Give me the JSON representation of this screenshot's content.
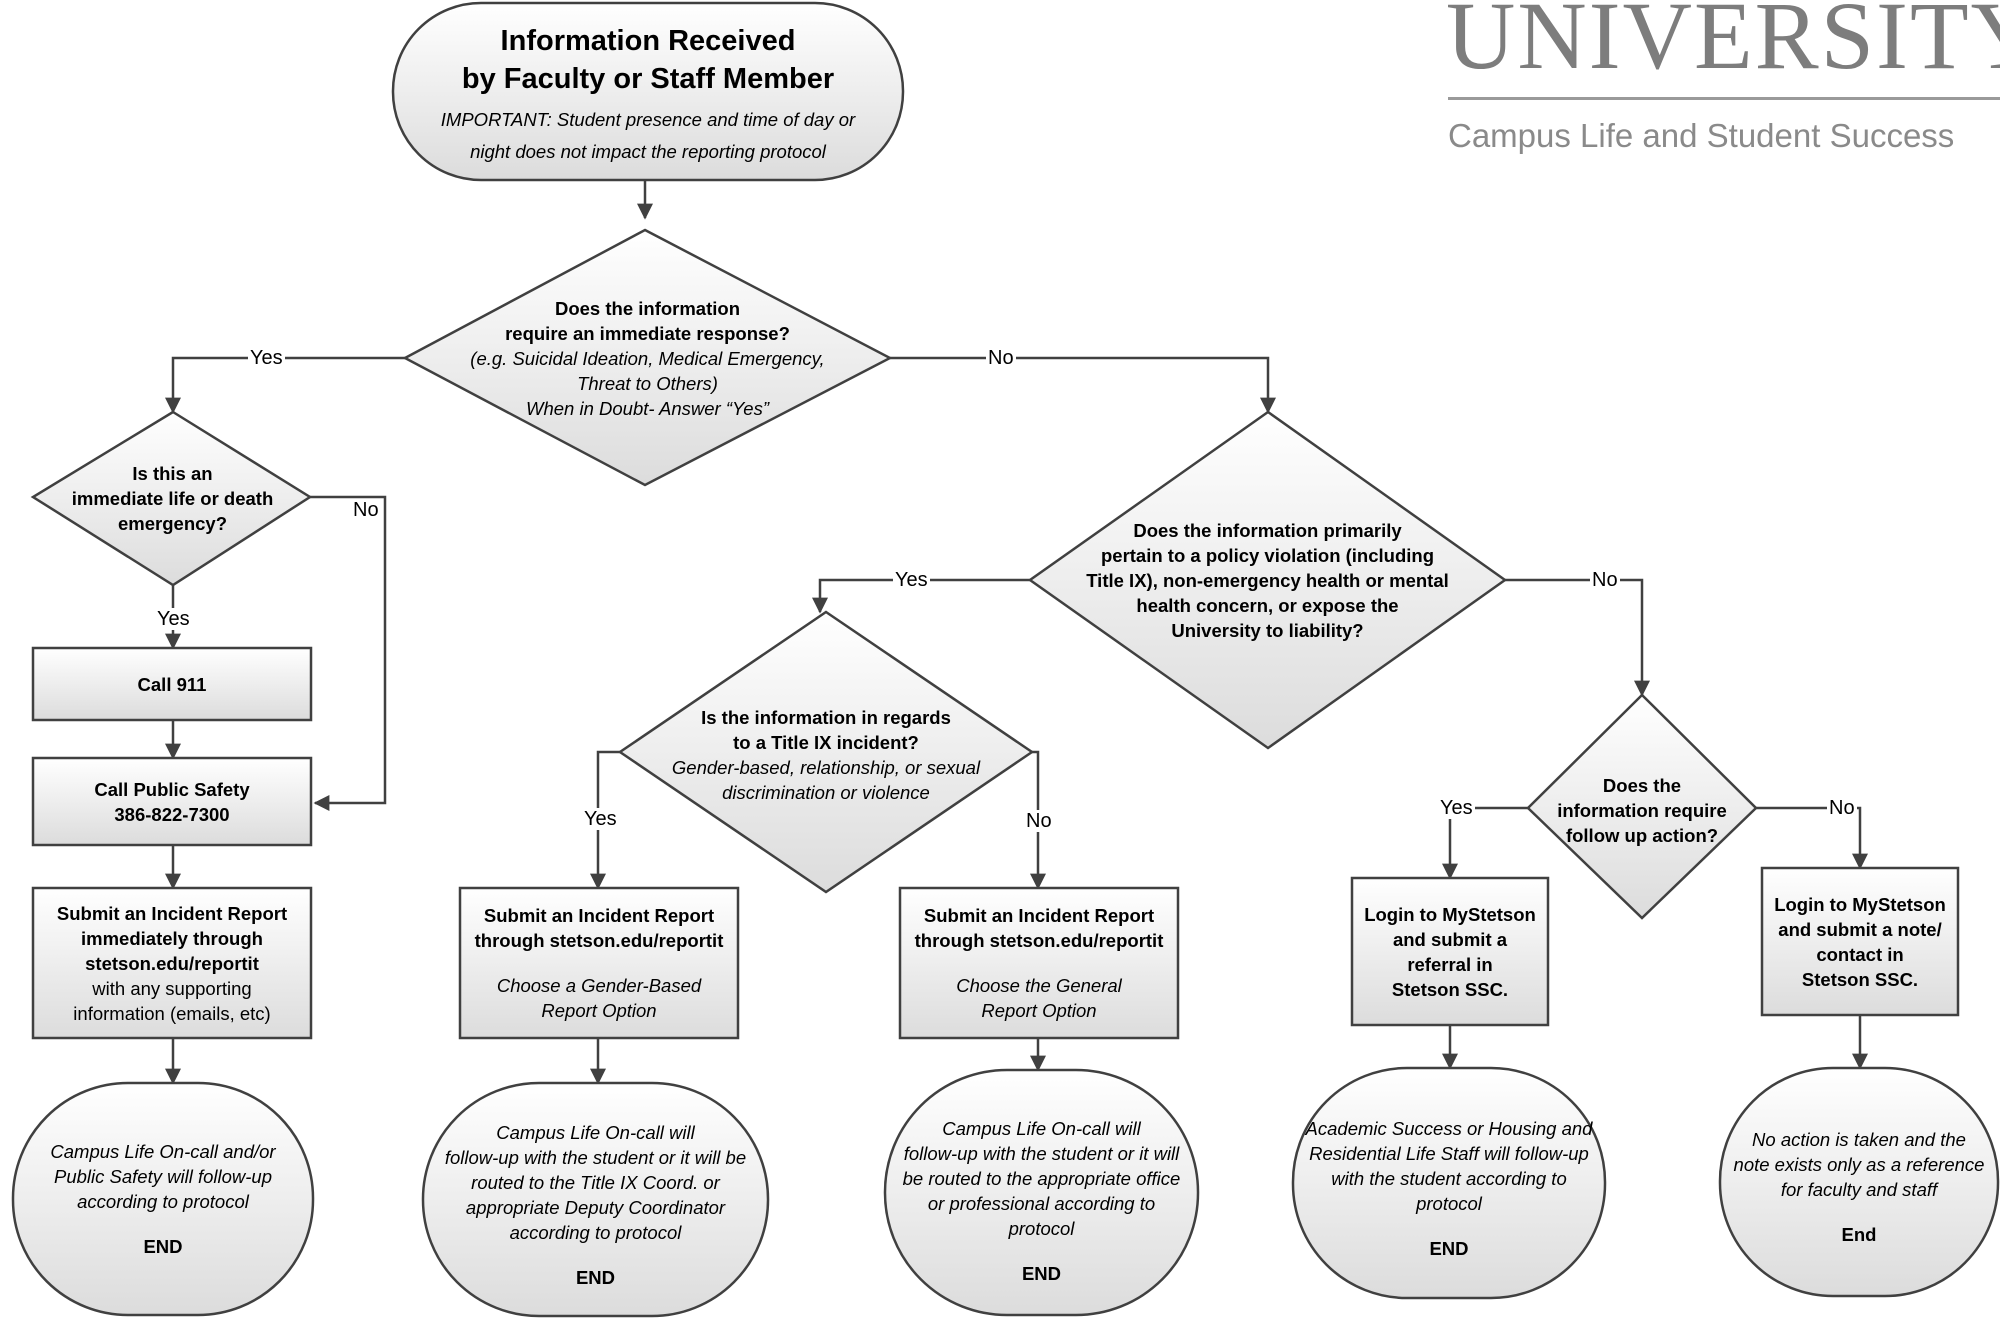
{
  "logo": {
    "wordmark": "UNIVERSITY",
    "subtitle": "Campus Life and Student Success"
  },
  "start": {
    "title_lines": [
      "Information Received",
      "by Faculty or Staff Member"
    ],
    "note_lines": [
      "IMPORTANT: Student presence and time of day or",
      "night does not impact the reporting protocol"
    ]
  },
  "q_immediate": {
    "bold_lines": [
      "Does the information",
      "require an immediate response?"
    ],
    "italic_lines": [
      "(e.g. Suicidal Ideation, Medical Emergency,",
      "Threat to Others)",
      "When in Doubt- Answer “Yes”"
    ]
  },
  "q_life_death": {
    "bold_lines": [
      "Is this an",
      "immediate life or death",
      "emergency?"
    ]
  },
  "q_policy": {
    "bold_lines": [
      "Does the information primarily",
      "pertain to a policy violation (including",
      "Title IX), non-emergency health or mental",
      "health concern, or expose the",
      "University to liability?"
    ]
  },
  "q_title_ix": {
    "bold_lines": [
      "Is the information in regards",
      "to a Title IX incident?"
    ],
    "italic_lines": [
      "Gender-based, relationship, or sexual",
      "discrimination or violence"
    ]
  },
  "q_follow_up": {
    "bold_lines": [
      "Does the",
      "information require",
      "follow up action?"
    ]
  },
  "box_call_911": {
    "bold_lines": [
      "Call 911"
    ]
  },
  "box_public_safety": {
    "bold_lines": [
      "Call Public Safety",
      "386-822-7300"
    ]
  },
  "box_incident_immediate": {
    "bold_lines": [
      "Submit an Incident Report",
      "immediately through",
      "stetson.edu/reportit"
    ],
    "normal_lines": [
      "with any supporting",
      "information (emails, etc)"
    ]
  },
  "box_incident_gender": {
    "bold_lines": [
      "Submit an Incident Report",
      "through stetson.edu/reportit"
    ],
    "italic_lines": [
      "Choose a Gender-Based",
      "Report Option"
    ]
  },
  "box_incident_general": {
    "bold_lines": [
      "Submit an Incident Report",
      "through stetson.edu/reportit"
    ],
    "italic_lines": [
      "Choose the General",
      "Report Option"
    ]
  },
  "box_referral": {
    "bold_lines": [
      "Login to MyStetson",
      "and submit a",
      "referral in",
      "Stetson SSC."
    ]
  },
  "box_note": {
    "bold_lines": [
      "Login to MyStetson",
      "and submit a note/",
      "contact in",
      "Stetson SSC."
    ]
  },
  "end_1": {
    "italic_lines": [
      "Campus Life On-call and/or",
      "Public Safety will follow-up",
      "according to protocol"
    ],
    "end_label": "END"
  },
  "end_2": {
    "italic_lines": [
      "Campus Life On-call will",
      "follow-up with the student or it will be",
      "routed to the Title IX Coord. or",
      "appropriate Deputy Coordinator",
      "according to protocol"
    ],
    "end_label": "END"
  },
  "end_3": {
    "italic_lines": [
      "Campus Life On-call will",
      "follow-up with the student or it will",
      "be routed to the appropriate office",
      "or professional according to",
      "protocol"
    ],
    "end_label": "END"
  },
  "end_4": {
    "italic_lines": [
      "Academic Success or Housing and",
      "Residential Life Staff will follow-up",
      "with the student according to",
      "protocol"
    ],
    "end_label": "END"
  },
  "end_5": {
    "italic_lines": [
      "No action is taken and the",
      "note exists only as a reference",
      "for faculty and staff"
    ],
    "end_label": "End"
  },
  "edge_labels": {
    "immediate_yes": "Yes",
    "immediate_no": "No",
    "life_death_no": "No",
    "life_death_yes": "Yes",
    "policy_yes": "Yes",
    "policy_no": "No",
    "title_ix_yes": "Yes",
    "title_ix_no": "No",
    "follow_up_yes": "Yes",
    "follow_up_no": "No"
  }
}
